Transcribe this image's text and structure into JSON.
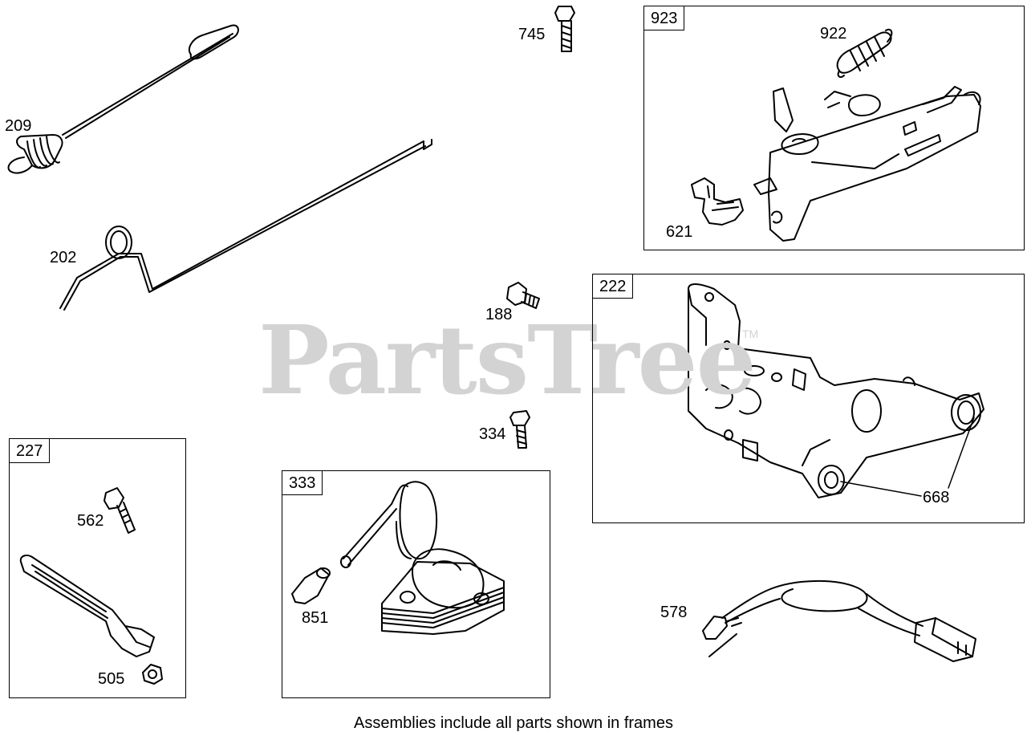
{
  "watermark": {
    "text": "PartsTree",
    "tm": "TM"
  },
  "caption": "Assemblies include all parts shown in frames",
  "frames": {
    "f923": "923",
    "f222": "222",
    "f227": "227",
    "f333": "333"
  },
  "parts": {
    "p209": "209",
    "p202": "202",
    "p745": "745",
    "p922": "922",
    "p621": "621",
    "p188": "188",
    "p334": "334",
    "p668": "668",
    "p562": "562",
    "p505": "505",
    "p851": "851",
    "p578": "578"
  }
}
